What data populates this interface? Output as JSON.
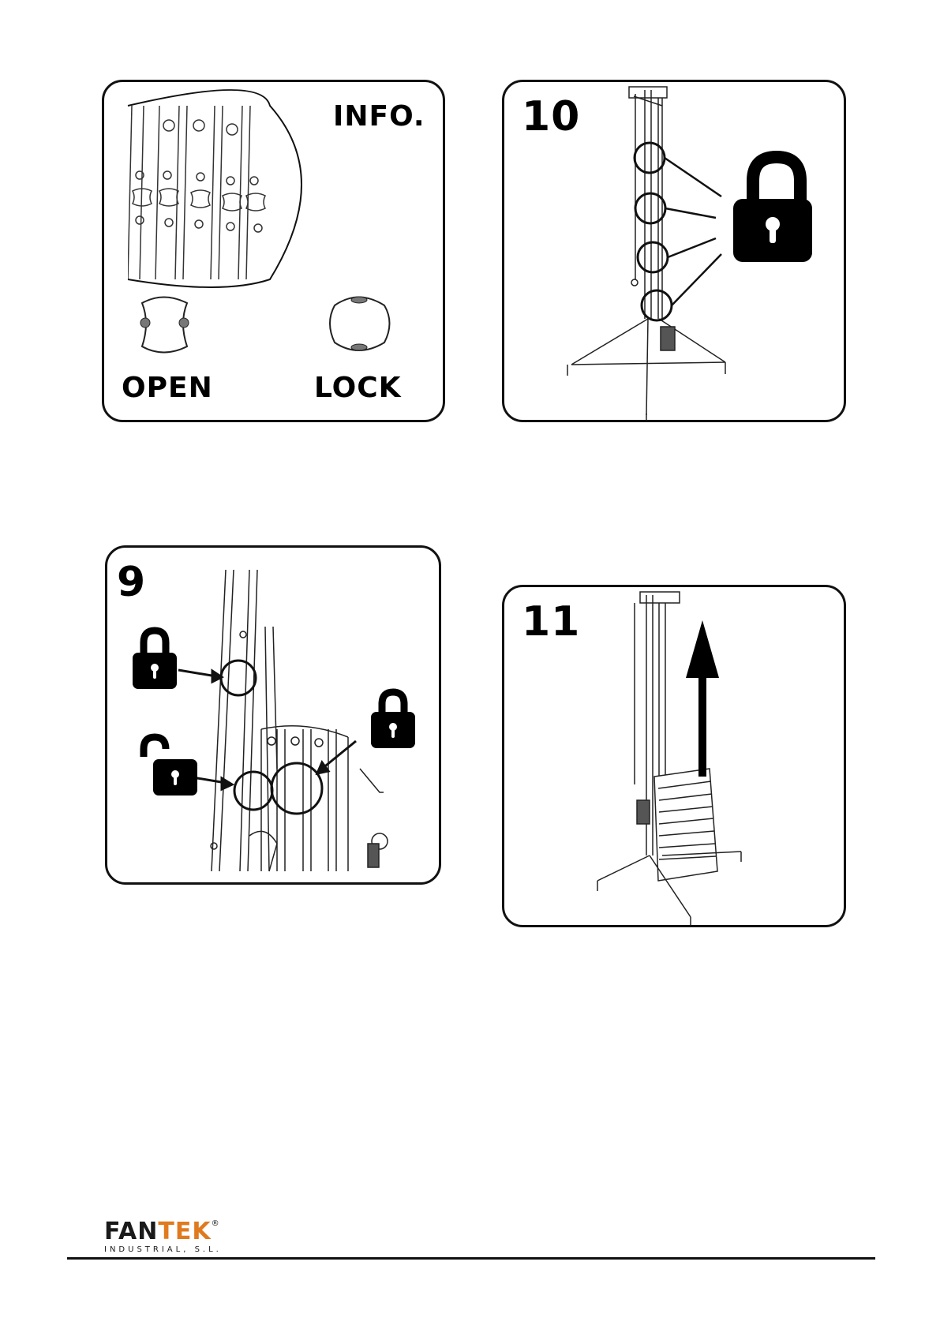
{
  "panels": {
    "info": {
      "title": "INFO.",
      "open_label": "OPEN",
      "lock_label": "LOCK"
    },
    "step10": {
      "number": "10"
    },
    "step9": {
      "number": "9"
    },
    "step11": {
      "number": "11"
    }
  },
  "footer": {
    "brand_part1": "FAN",
    "brand_part2": "TEK",
    "brand_mark": "®",
    "brand_subtitle": "INDUSTRIAL, S.L.",
    "brand_color_primary": "#1a1a1a",
    "brand_color_accent": "#e07a1f"
  },
  "icons": {
    "lock_closed": "padlock-closed-icon",
    "lock_open": "padlock-open-icon",
    "arrow_up": "arrow-up-icon"
  }
}
